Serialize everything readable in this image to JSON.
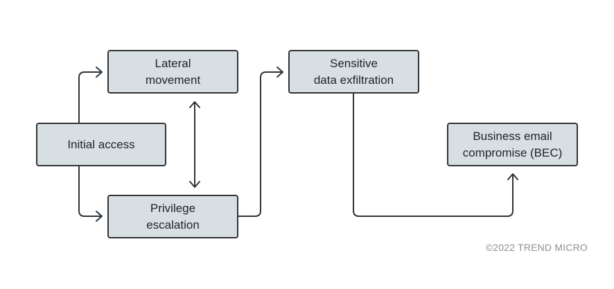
{
  "nodes": {
    "initial_access": "Initial access",
    "lateral_movement": "Lateral\nmovement",
    "privilege_escalation": "Privilege\nescalation",
    "sensitive_data": "Sensitive\ndata exfiltration",
    "bec": "Business email\ncompromise (BEC)"
  },
  "footer": {
    "copyright": "©2022 TREND MICRO"
  },
  "colors": {
    "box_fill": "#d8dfe3",
    "box_border": "#2f3237",
    "arrow": "#2f3237",
    "copyright_text": "#8a8f94"
  }
}
